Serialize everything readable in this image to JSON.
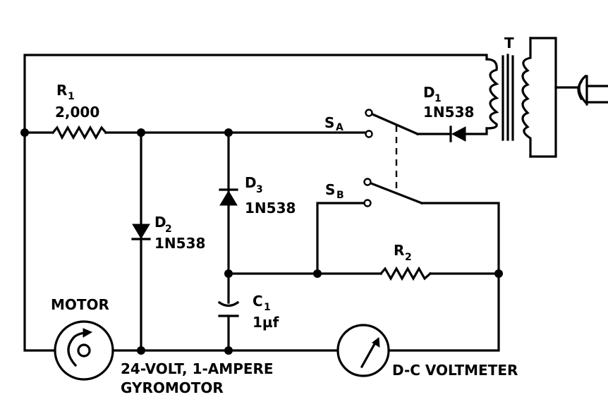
{
  "diagram": {
    "type": "circuit-schematic",
    "line_color": "#000000",
    "background": "#ffffff"
  },
  "components": {
    "r1": {
      "ref": "R",
      "ref_sub": "1",
      "value": "2,000"
    },
    "r2": {
      "ref": "R",
      "ref_sub": "2"
    },
    "d1": {
      "ref": "D",
      "ref_sub": "1",
      "value": "1N538"
    },
    "d2": {
      "ref": "D",
      "ref_sub": "2",
      "value": "1N538"
    },
    "d3": {
      "ref": "D",
      "ref_sub": "3",
      "value": "1N538"
    },
    "c1": {
      "ref": "C",
      "ref_sub": "1",
      "value": "1µf"
    },
    "sa": {
      "ref": "S",
      "ref_sub": "A"
    },
    "sb": {
      "ref": "S",
      "ref_sub": "B"
    },
    "t": {
      "ref": "T"
    },
    "motor": {
      "label": "MOTOR",
      "desc_line1": "24-VOLT, 1-AMPERE",
      "desc_line2": "GYROMOTOR"
    },
    "meter": {
      "label": "D-C VOLTMETER"
    }
  }
}
